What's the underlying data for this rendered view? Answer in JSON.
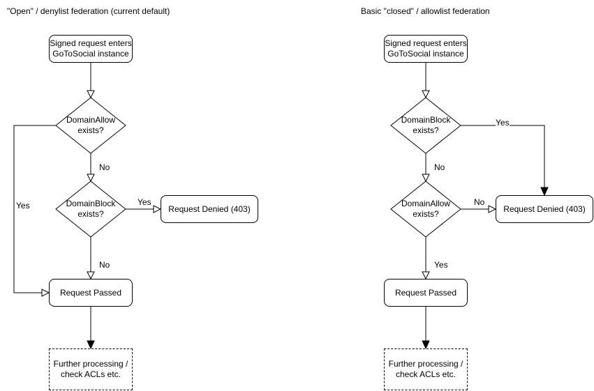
{
  "left_chart": {
    "title": "\"Open\" / denylist federation (current default)",
    "nodes": {
      "start": "Signed request enters\nGoToSocial instance",
      "decision1": "DomainAllow\nexists?",
      "decision2": "DomainBlock\nexists?",
      "denied": "Request Denied (403)",
      "passed": "Request Passed",
      "further": "Further processing /\ncheck ACLs etc."
    },
    "edge_labels": {
      "decision1_yes": "Yes",
      "decision1_no": "No",
      "decision2_yes": "Yes",
      "decision2_no": "No"
    }
  },
  "right_chart": {
    "title": "Basic \"closed\" / allowlist federation",
    "nodes": {
      "start": "Signed request enters\nGoToSocial instance",
      "decision1": "DomainBlock\nexists?",
      "decision2": "DomainAllow\nexists?",
      "denied": "Request Denied (403)",
      "passed": "Request Passed",
      "further": "Further processing /\ncheck ACLs etc."
    },
    "edge_labels": {
      "decision1_yes": "Yes",
      "decision1_no": "No",
      "decision2_no": "No",
      "decision2_yes": "Yes"
    }
  },
  "colors": {
    "stroke": "#000000",
    "text": "#000000",
    "background": "#ffffff"
  }
}
